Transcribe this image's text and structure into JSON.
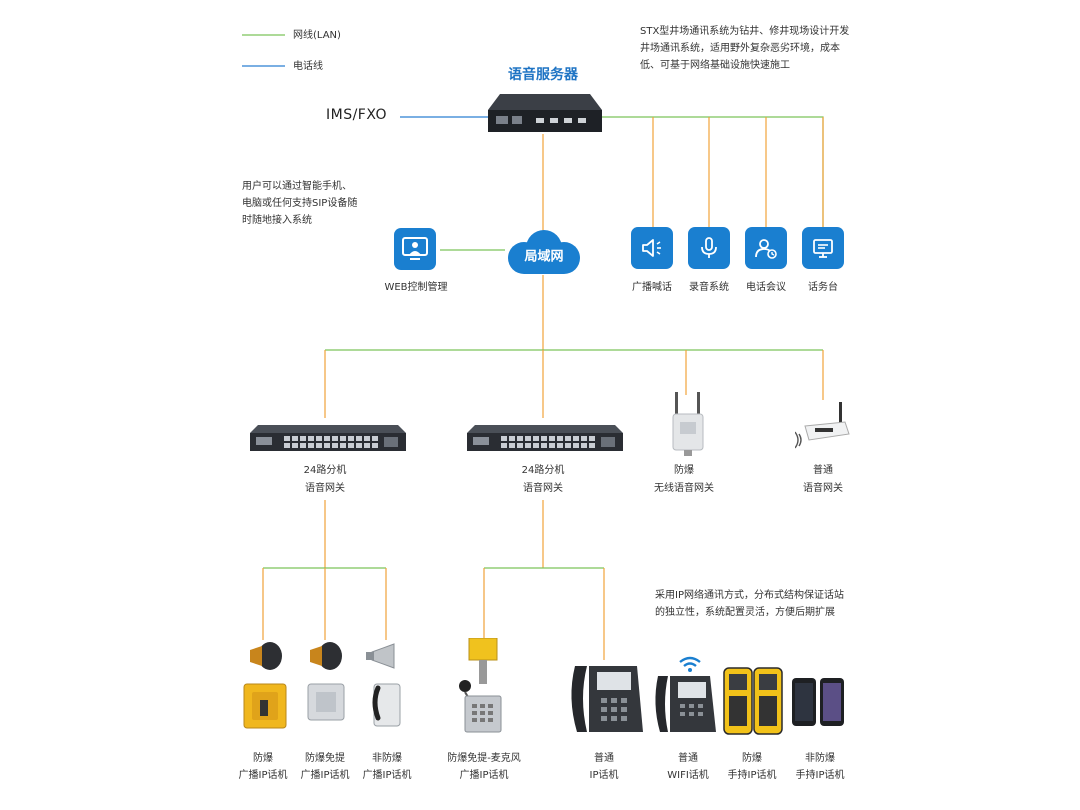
{
  "legend": {
    "lan_label": "网线(LAN)",
    "phone_label": "电话线",
    "lan_color": "#7cc35a",
    "phone_color": "#2b7fd2"
  },
  "colors": {
    "orange_line": "#f1a23a",
    "tile_blue": "#1a7fd0"
  },
  "top_note": [
    "STX型井场通讯系统为钻井、修井现场设计开发",
    "井场通讯系统，适用野外复杂恶劣环境，成本",
    "低、可基于网络基础设施快速施工"
  ],
  "server": {
    "title": "语音服务器",
    "ims_label": "IMS/FXO"
  },
  "left_note": [
    "用户可以通过智能手机、",
    "电脑或任何支持SIP设备随",
    "时随地接入系统"
  ],
  "web": {
    "label": "WEB控制管理",
    "icon": "monitor-user-icon"
  },
  "lan": {
    "label": "局域网"
  },
  "services": [
    {
      "label": "广播喊话",
      "icon": "speaker-icon"
    },
    {
      "label": "录音系统",
      "icon": "microphone-icon"
    },
    {
      "label": "电话会议",
      "icon": "conference-icon"
    },
    {
      "label": "话务台",
      "icon": "console-icon"
    }
  ],
  "gateways": [
    {
      "line1": "24路分机",
      "line2": "语音网关"
    },
    {
      "line1": "24路分机",
      "line2": "语音网关"
    },
    {
      "line1": "防爆",
      "line2": "无线语音网关"
    },
    {
      "line1": "普通",
      "line2": "语音网关"
    }
  ],
  "bottom_note": [
    "采用IP网络通讯方式，分布式结构保证话站",
    "的独立性，系统配置灵活，方便后期扩展"
  ],
  "terminals": [
    {
      "line1": "防爆",
      "line2": "广播IP话机"
    },
    {
      "line1": "防爆免提",
      "line2": "广播IP话机"
    },
    {
      "line1": "非防爆",
      "line2": "广播IP话机"
    },
    {
      "line1": "防爆免提-麦克风",
      "line2": "广播IP话机"
    },
    {
      "line1": "普通",
      "line2": "IP话机"
    },
    {
      "line1": "普通",
      "line2": "WIFI话机"
    },
    {
      "line1": "防爆",
      "line2": "手持IP话机"
    },
    {
      "line1": "非防爆",
      "line2": "手持IP话机"
    }
  ]
}
